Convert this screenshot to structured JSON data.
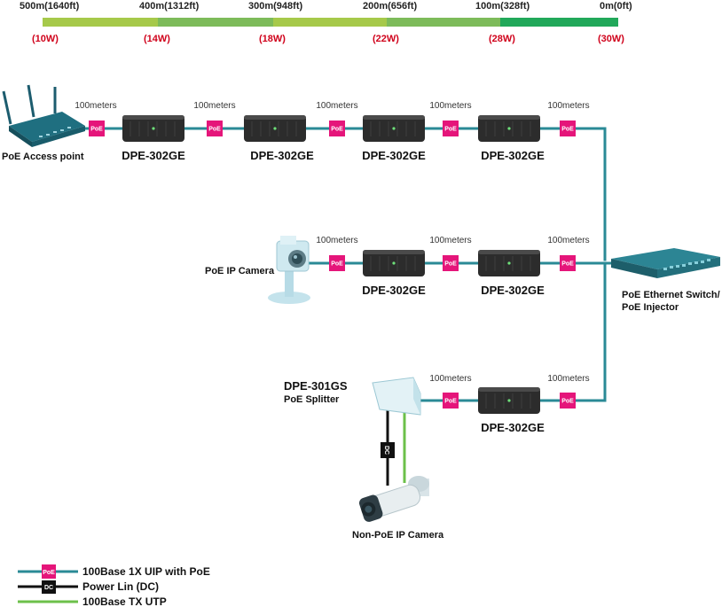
{
  "colors": {
    "poe_line": "#2a8a96",
    "dc_line": "#111111",
    "utp_line": "#6cc04a",
    "poe_badge": "#e5157a",
    "dc_badge": "#111111",
    "watt_text": "#d0021b"
  },
  "distance_scale": {
    "segments": [
      {
        "distance": "500m(1640ft)",
        "watt": "(10W)",
        "color": "#a6c94a"
      },
      {
        "distance": "400m(1312ft)",
        "watt": "(14W)",
        "color": "#7dbb5a"
      },
      {
        "distance": "300m(948ft)",
        "watt": "(18W)",
        "color": "#a6c94a"
      },
      {
        "distance": "200m(656ft)",
        "watt": "(22W)",
        "color": "#7dbb5a"
      },
      {
        "distance": "100m(328ft)",
        "watt": "(28W)",
        "color": "#21a85a"
      }
    ],
    "end": {
      "distance": "0m(0ft)",
      "watt": "(30W)"
    }
  },
  "cable_label": "100meters",
  "badge_poe": "PoE",
  "badge_dc": "DC",
  "extender_model": "DPE-302GE",
  "devices": {
    "access_point": "PoE Access point",
    "ip_camera": "PoE IP Camera",
    "switch_line1": "PoE Ethernet Switch/",
    "switch_line2": "PoE Injector",
    "splitter_model": "DPE-301GS",
    "splitter_name": "PoE Splitter",
    "non_poe_camera": "Non-PoE IP Camera"
  },
  "legend": [
    {
      "label": "100Base 1X UIP with PoE",
      "icon": "poe-badge"
    },
    {
      "label": "Power Lin (DC)",
      "icon": "dc-badge"
    },
    {
      "label": "100Base TX UTP",
      "icon": "plain-line"
    }
  ]
}
